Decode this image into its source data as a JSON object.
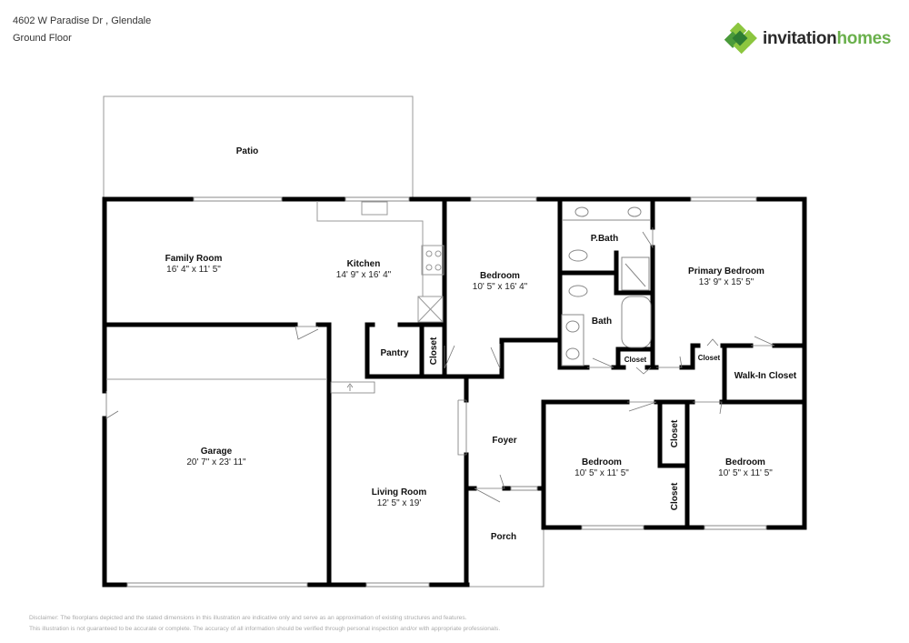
{
  "header": {
    "address": "4602 W Paradise Dr , Glendale",
    "floor": "Ground Floor"
  },
  "logo": {
    "word1": "invitation",
    "word2": "homes",
    "colors": {
      "dark": "#2a2a2a",
      "green": "#6ab04c",
      "green_light": "#8cc63f"
    }
  },
  "rooms": {
    "patio": {
      "name": "Patio"
    },
    "family_room": {
      "name": "Family Room",
      "dims": "16' 4\" x 11' 5\""
    },
    "kitchen": {
      "name": "Kitchen",
      "dims": "14' 9\" x 16' 4\""
    },
    "bedroom_1": {
      "name": "Bedroom",
      "dims": "10' 5\" x 16' 4\""
    },
    "p_bath": {
      "name": "P.Bath"
    },
    "bath": {
      "name": "Bath"
    },
    "primary_bedroom": {
      "name": "Primary Bedroom",
      "dims": "13' 9\" x 15' 5\""
    },
    "pantry": {
      "name": "Pantry"
    },
    "closet_kitchen": {
      "name": "Closet"
    },
    "closet_hall": {
      "name": "Closet"
    },
    "closet_primary": {
      "name": "Closet"
    },
    "walk_in_closet": {
      "name": "Walk-In Closet"
    },
    "garage": {
      "name": "Garage",
      "dims": "20' 7\" x 23' 11\""
    },
    "living_room": {
      "name": "Living Room",
      "dims": "12' 5\" x 19'"
    },
    "foyer": {
      "name": "Foyer"
    },
    "porch": {
      "name": "Porch"
    },
    "bedroom_2": {
      "name": "Bedroom",
      "dims": "10' 5\" x 11' 5\""
    },
    "bedroom_3": {
      "name": "Bedroom",
      "dims": "10' 5\" x 11' 5\""
    },
    "closet_bed2": {
      "name": "Closet"
    },
    "closet_bed3": {
      "name": "Closet"
    }
  },
  "disclaimer": {
    "line1": "Disclaimer: The floorplans depicted and the stated dimensions in this illustration are indicative only and serve as an approximation of existing structures and features.",
    "line2": "This illustration is not guaranteed to be accurate or complete. The accuracy of all information should be verified through personal inspection and/or with appropriate professionals."
  }
}
